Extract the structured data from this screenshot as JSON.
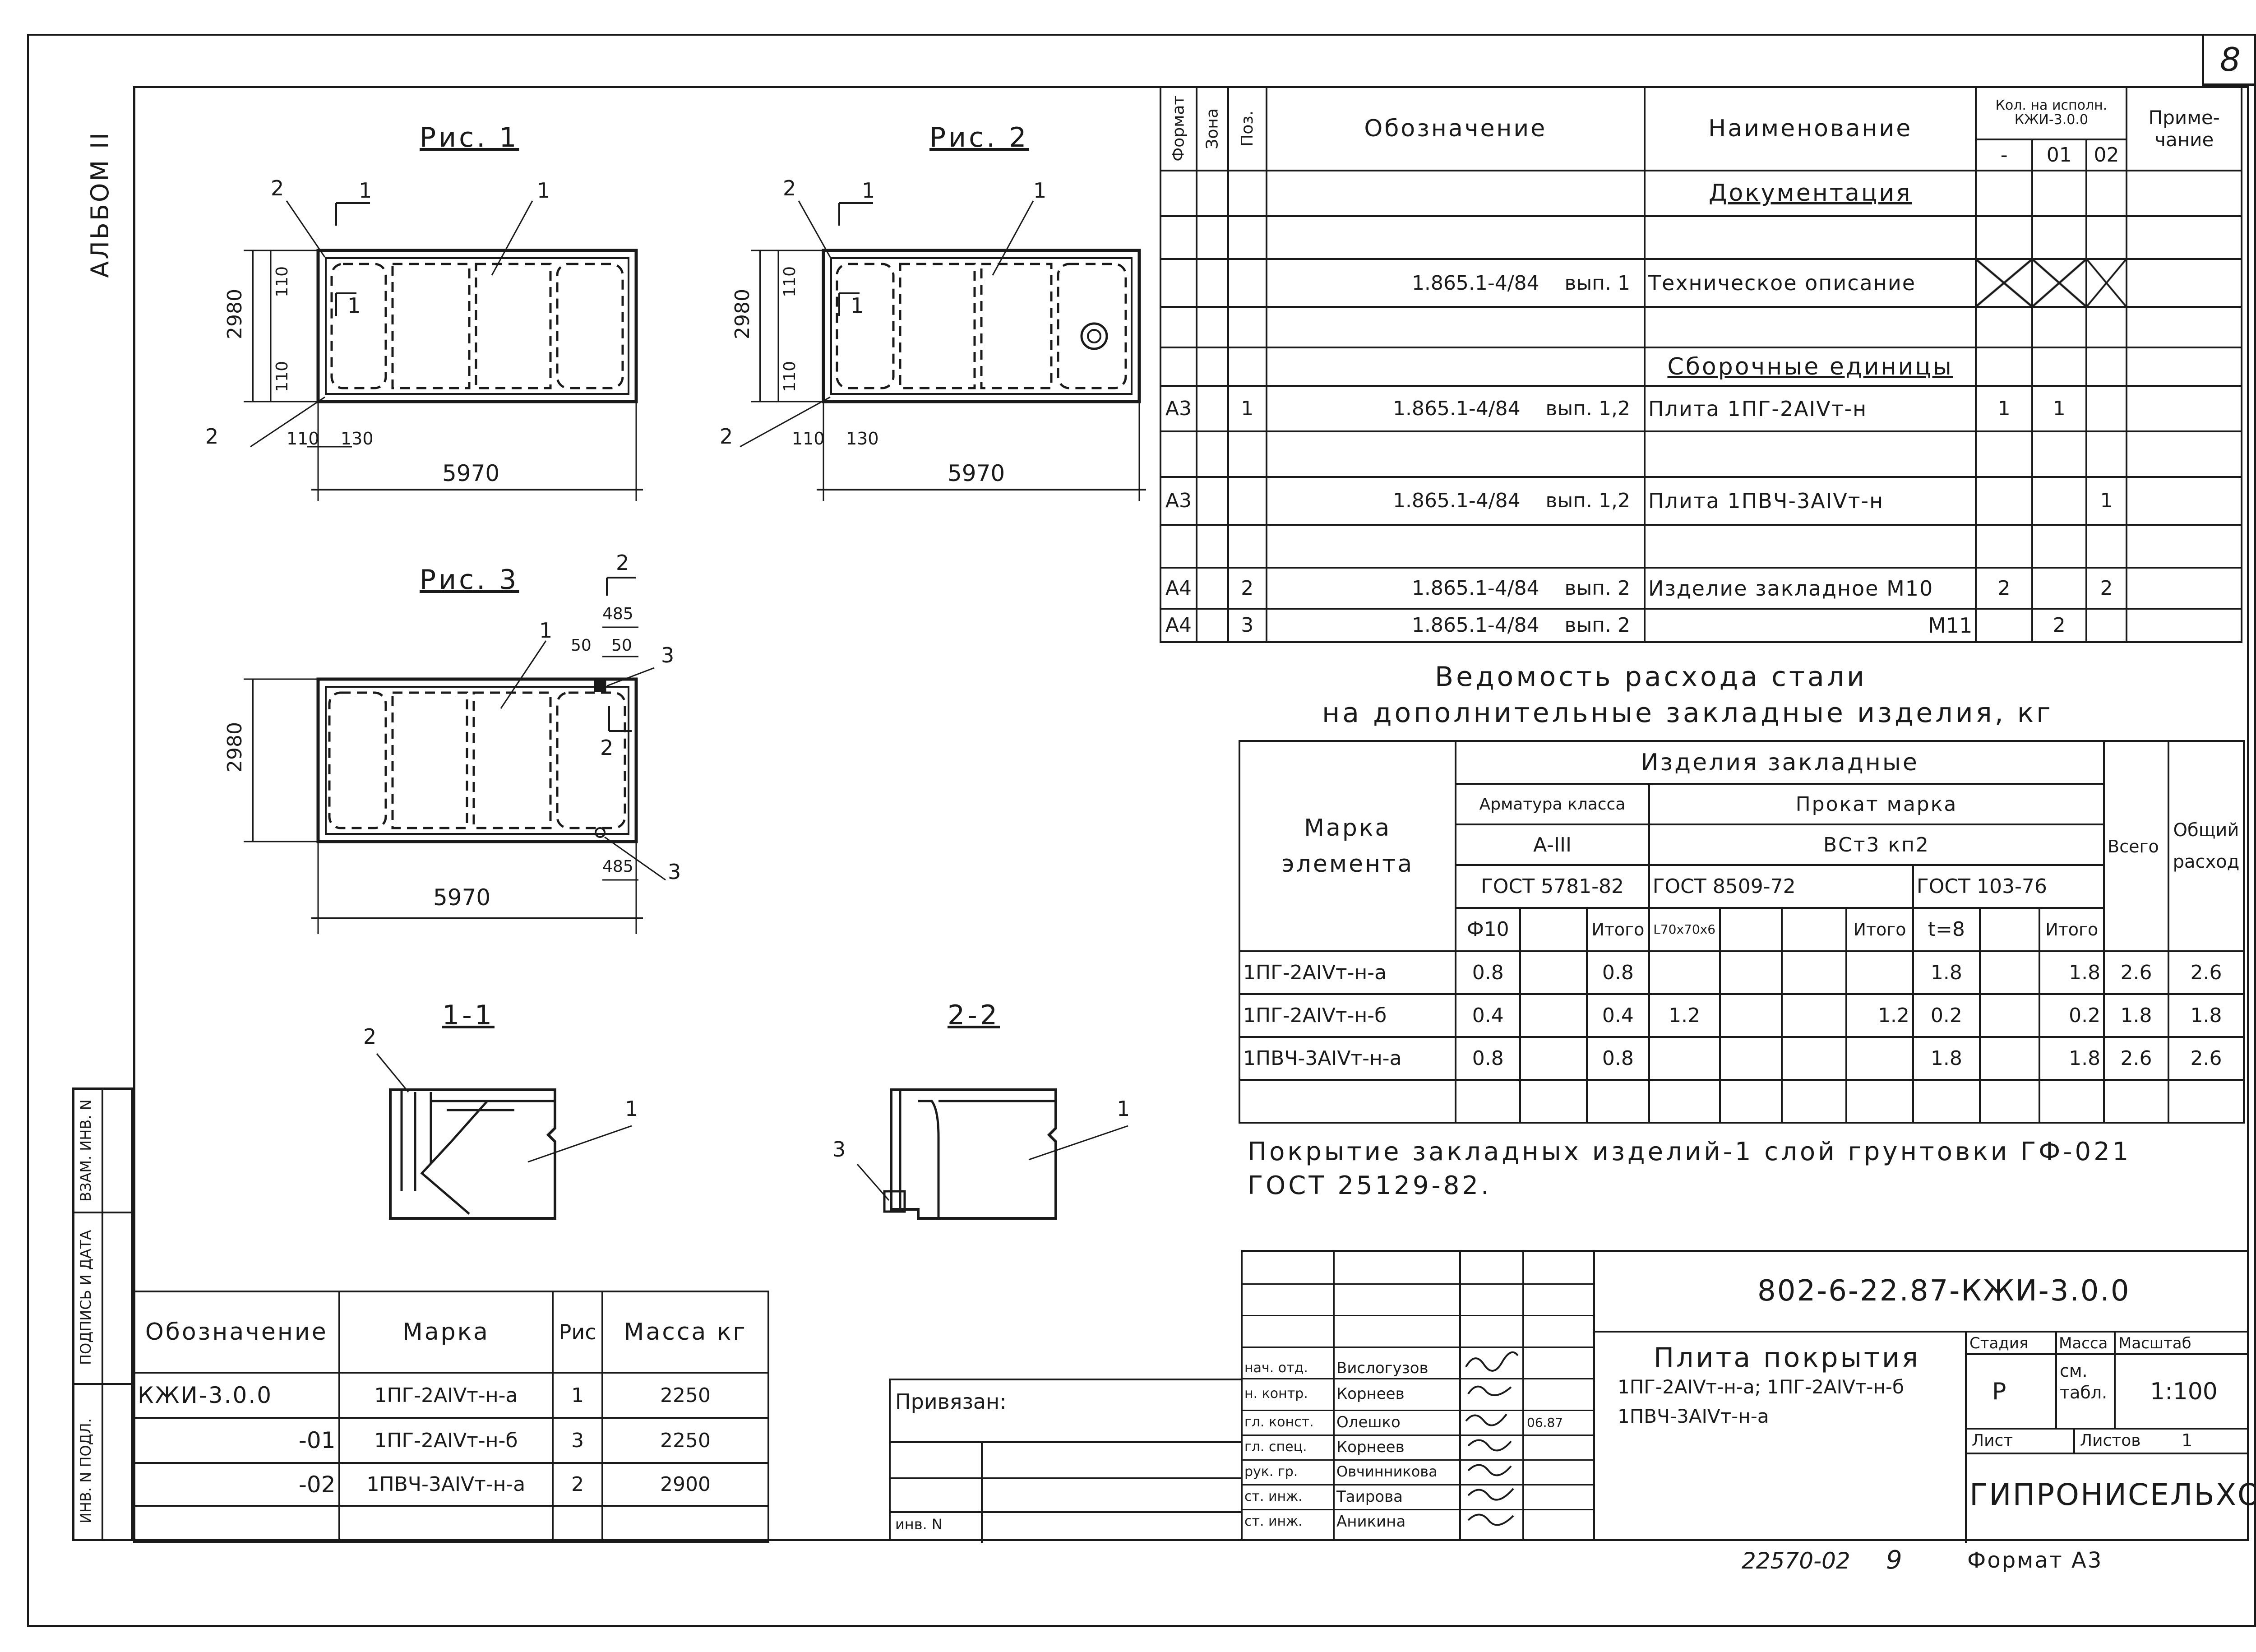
{
  "sheet": {
    "number": "8",
    "album_label": "АЛЬБОМ II"
  },
  "side_stamps": [
    "ИНВ. N ПОДЛ.",
    "ПОДПИСЬ И ДАТА",
    "ВЗАМ. ИНВ. N"
  ],
  "figures": {
    "fig1": {
      "title": "Рис. 1",
      "dims": {
        "height": "2980",
        "length": "5970",
        "edge": "110",
        "offset": "130"
      },
      "callouts": [
        "1",
        "2",
        "1",
        "2",
        "1"
      ]
    },
    "fig2": {
      "title": "Рис. 2",
      "dims": {
        "height": "2980",
        "length": "5970",
        "edge": "110",
        "offset": "130"
      },
      "callouts": [
        "1",
        "2",
        "1",
        "2",
        "1"
      ]
    },
    "fig3": {
      "title": "Рис. 3",
      "dims": {
        "height": "2980",
        "length": "5970",
        "top": "485",
        "bottom": "485",
        "a": "50",
        "b": "50"
      },
      "callouts": [
        "2",
        "1",
        "3",
        "2",
        "3"
      ]
    },
    "sec11": {
      "title": "1-1",
      "callouts": [
        "2",
        "1"
      ]
    },
    "sec22": {
      "title": "2-2",
      "callouts": [
        "3",
        "1"
      ]
    }
  },
  "spec": {
    "headers": {
      "format": "Формат",
      "zone": "Зона",
      "pos": "Поз.",
      "designation": "Обозначение",
      "name": "Наименование",
      "qty": "Кол. на исполн. КЖИ-3.0.0",
      "q0": "-",
      "q1": "01",
      "q2": "02",
      "note": "Приме-чание"
    },
    "section_docs": "Документация",
    "section_units": "Сборочные единицы",
    "rows": [
      {
        "fmt": "",
        "pos": "",
        "des": "1.865.1-4/84",
        "issue": "вып. 1",
        "name": "Техническое описание",
        "q0": "",
        "q1": "",
        "q2": ""
      },
      {
        "fmt": "А3",
        "pos": "1",
        "des": "1.865.1-4/84",
        "issue": "вып. 1,2",
        "name": "Плита 1ПГ-2АIVт-н",
        "q0": "1",
        "q1": "1",
        "q2": ""
      },
      {
        "fmt": "А3",
        "pos": "",
        "des": "1.865.1-4/84",
        "issue": "вып. 1,2",
        "name": "Плита 1ПВЧ-3АIVт-н",
        "q0": "",
        "q1": "",
        "q2": "1"
      },
      {
        "fmt": "А4",
        "pos": "2",
        "des": "1.865.1-4/84",
        "issue": "вып. 2",
        "name": "Изделие закладное М10",
        "q0": "2",
        "q1": "",
        "q2": "2"
      },
      {
        "fmt": "А4",
        "pos": "3",
        "des": "1.865.1-4/84",
        "issue": "вып. 2",
        "name": "М11",
        "q0": "",
        "q1": "2",
        "q2": ""
      }
    ]
  },
  "steel": {
    "title1": "Ведомость расхода стали",
    "title2": "на дополнительные закладные изделия, кг",
    "headers": {
      "mark": "Марка элемента",
      "group": "Изделия закладные",
      "armature": "Арматура класса",
      "a_class": "А-III",
      "gost_a": "ГОСТ 5781-82",
      "rolled": "Прокат марка",
      "rolled_grade": "ВСт3 кп2",
      "gost_b": "ГОСТ 8509-72",
      "gost_c": "ГОСТ 103-76",
      "phi": "Ф10",
      "itogo": "Итого",
      "angle": "L70x70x6",
      "t8": "t=8",
      "total": "Всего",
      "general": "Общий расход"
    },
    "rows": [
      {
        "mark": "1ПГ-2АIVт-н-а",
        "a": "0.8",
        "ai": "0.8",
        "b": "",
        "bi": "",
        "c": "1.8",
        "ci": "1.8",
        "tot": "2.6",
        "gen": "2.6"
      },
      {
        "mark": "1ПГ-2АIVт-н-б",
        "a": "0.4",
        "ai": "0.4",
        "b": "1.2",
        "bi": "1.2",
        "c": "0.2",
        "ci": "0.2",
        "tot": "1.8",
        "gen": "1.8"
      },
      {
        "mark": "1ПВЧ-3АIVт-н-а",
        "a": "0.8",
        "ai": "0.8",
        "b": "",
        "bi": "",
        "c": "1.8",
        "ci": "1.8",
        "tot": "2.6",
        "gen": "2.6"
      }
    ]
  },
  "note": {
    "line1": "Покрытие закладных изделий-1 слой грунтовки ГФ-021",
    "line2": "ГОСТ 25129-82."
  },
  "variants": {
    "headers": {
      "des": "Обозначение",
      "mark": "Марка",
      "fig": "Рис",
      "mass": "Масса кг"
    },
    "rows": [
      {
        "des": "КЖИ-3.0.0",
        "mark": "1ПГ-2АIVт-н-а",
        "fig": "1",
        "mass": "2250"
      },
      {
        "des": "-01",
        "mark": "1ПГ-2АIVт-н-б",
        "fig": "3",
        "mass": "2250"
      },
      {
        "des": "-02",
        "mark": "1ПВЧ-3АIVт-н-а",
        "fig": "2",
        "mass": "2900"
      }
    ]
  },
  "binding": {
    "label": "Привязан:",
    "inv": "инв. N"
  },
  "approvals": [
    {
      "role": "нач. отд.",
      "name": "Вислогузов"
    },
    {
      "role": "н. контр.",
      "name": "Корнеев"
    },
    {
      "role": "гл. конст.",
      "name": "Олешко",
      "date": "06.87"
    },
    {
      "role": "гл. спец.",
      "name": "Корнеев"
    },
    {
      "role": "рук. гр.",
      "name": "Овчинникова"
    },
    {
      "role": "ст. инж.",
      "name": "Таирова"
    },
    {
      "role": "ст. инж.",
      "name": "Аникина"
    }
  ],
  "title_block": {
    "code": "802-6-22.87-КЖИ-3.0.0",
    "title": "Плита покрытия",
    "marks1": "1ПГ-2АIVт-н-а; 1ПГ-2АIVт-н-б",
    "marks2": "1ПВЧ-3АIVт-н-а",
    "stage_h": "Стадия",
    "mass_h": "Масса",
    "scale_h": "Масштаб",
    "stage": "Р",
    "mass": "см. табл.",
    "scale": "1:100",
    "sheet_h": "Лист",
    "sheets_h": "Листов",
    "sheets": "1",
    "org": "ГИПРОНИСЕЛЬХОЗ"
  },
  "footer": {
    "inv": "22570-02",
    "page": "9",
    "format": "Формат А3"
  }
}
